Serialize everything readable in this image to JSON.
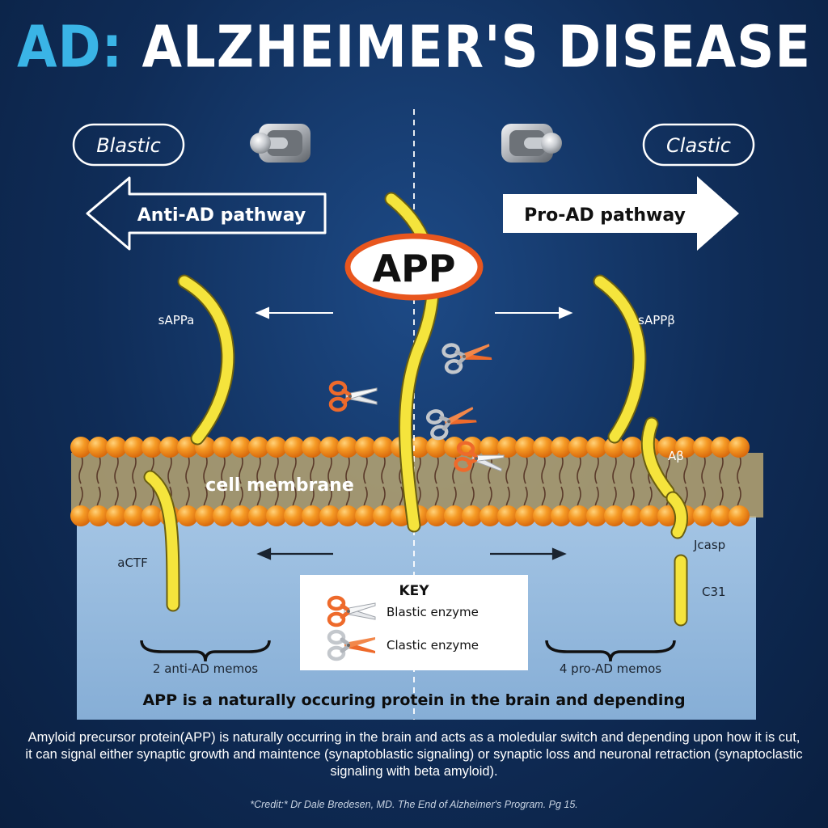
{
  "title": {
    "part1": "AD:",
    "part2": "ALZHEIMER'S DISEASE"
  },
  "left_side": {
    "badge": "Blastic",
    "pathway": "Anti-AD pathway",
    "fragment_top": "sAPPa",
    "fragment_bottom": "aCTF",
    "memo": "2 anti-AD memos"
  },
  "right_side": {
    "badge": "Clastic",
    "pathway": "Pro-AD pathway",
    "fragment_top": "sAPPβ",
    "fragment_ab": "Aβ",
    "fragment_jcasp": "Jcasp",
    "fragment_c31": "C31",
    "memo": "4 pro-AD memos"
  },
  "center": {
    "protein": "APP"
  },
  "membrane": {
    "label": "cell membrane"
  },
  "key": {
    "title": "KEY",
    "blastic": "Blastic enzyme",
    "clastic": "Clastic enzyme"
  },
  "caption": "APP is a naturally occuring protein in the brain and depending",
  "footer": "Amyloid precursor protein(APP) is naturally occurring in the brain and acts as a moledular switch and depending upon how it is cut, it can signal either synaptic growth and maintence (synaptoblastic signaling) or synaptic loss and neuronal retraction (synaptoclastic signaling with beta amyloid).",
  "credit": "*Credit:* Dr Dale Bredesen, MD. The End of Alzheimer's Program. Pg 15.",
  "colors": {
    "accent_blue": "#3ab4e6",
    "membrane_orange": "#f08a1c",
    "strand_yellow": "#f5e43c",
    "scissor_orange": "#ee6a2b",
    "app_ring": "#e8561e"
  },
  "icons": [
    "toggle-switch-icon",
    "scissors-icon",
    "arrow-left-icon",
    "arrow-right-icon"
  ]
}
